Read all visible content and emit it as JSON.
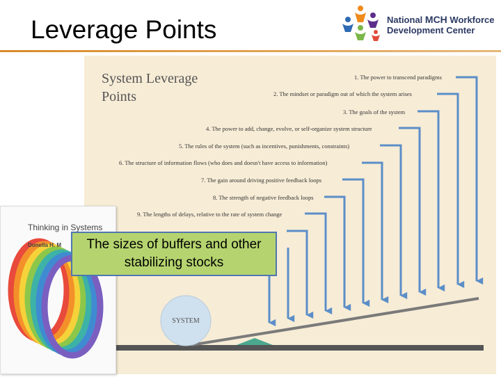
{
  "slide": {
    "title": "Leverage Points"
  },
  "logo": {
    "line1_prefix": "National ",
    "line1_emph": "MCH",
    "line1_suffix": " Workforce",
    "line2": "Development Center"
  },
  "figure": {
    "title_line1": "System Leverage",
    "title_line2": "Points",
    "leverage_points": [
      "1. The power to transcend paradigms",
      "2. The mindset or paradigm out of which the system arises",
      "3. The goals of the system",
      "4. The power to add, change, evolve, or self-organize system structure",
      "5. The rules of the system (such as incentives, punishments, constraints)",
      "6. The structure of information flows (who does and doesn't have access to information)",
      "7. The gain around driving positive feedback loops",
      "8. The strength of negative feedback loops",
      "9. The lengths of delays, relative to the rate of system change"
    ],
    "system_label": "SYSTEM",
    "colors": {
      "arrow": "#5b8ec8",
      "lever": "#7a7a7a",
      "fulcrum": "#4aa88e",
      "system_ball": "#cfe0ee"
    }
  },
  "book": {
    "title": "Thinking in Systems",
    "author": "Donella H. M"
  },
  "callout": {
    "text": "The sizes of buffers and other stabilizing stocks",
    "colors": {
      "fill": "#b5d46f",
      "border": "#4f76b1"
    }
  }
}
